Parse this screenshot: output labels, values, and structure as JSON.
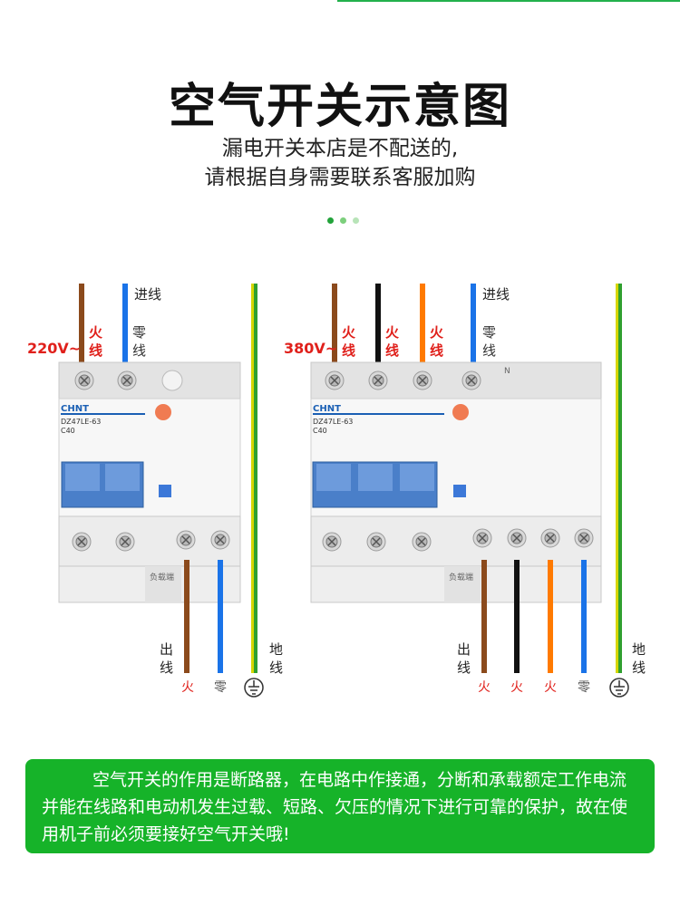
{
  "header": {
    "title": "空气开关示意图",
    "subtitle_line1": "漏电开关本店是不配送的,",
    "subtitle_line2": "请根据自身需要联系客服加购"
  },
  "colors": {
    "accent_green": "#22b14c",
    "live_brown": "#8b4a1c",
    "live_black": "#111111",
    "live_orange": "#ff7a00",
    "neutral_blue": "#1a73e8",
    "earth_yellow_green": "#c8d400",
    "voltage_red": "#e0201b"
  },
  "left_breaker": {
    "voltage": "220V~",
    "in_label": "进线",
    "live_label": "火线",
    "neutral_label": "零线",
    "brand": "CHNT",
    "model": "DZ47LE-63",
    "rating": "C40",
    "load_label": "负载端",
    "out_label": "出线",
    "earth_label": "地线",
    "out_live": "火",
    "out_neutral": "零"
  },
  "right_breaker": {
    "voltage": "380V~",
    "in_label": "进线",
    "live_label": "火线",
    "neutral_label": "零线",
    "brand": "CHNT",
    "model": "DZ47LE-63",
    "rating": "C40",
    "n_label": "N",
    "load_label": "负载端",
    "out_label": "出线",
    "earth_label": "地线",
    "out_live": "火",
    "out_neutral": "零"
  },
  "info_text": "空气开关的作用是断路器，在电路中作接通，分断和承载额定工作电流并能在线路和电动机发生过载、短路、欠压的情况下进行可靠的保护，故在使用机子前必须要接好空气开关哦!"
}
